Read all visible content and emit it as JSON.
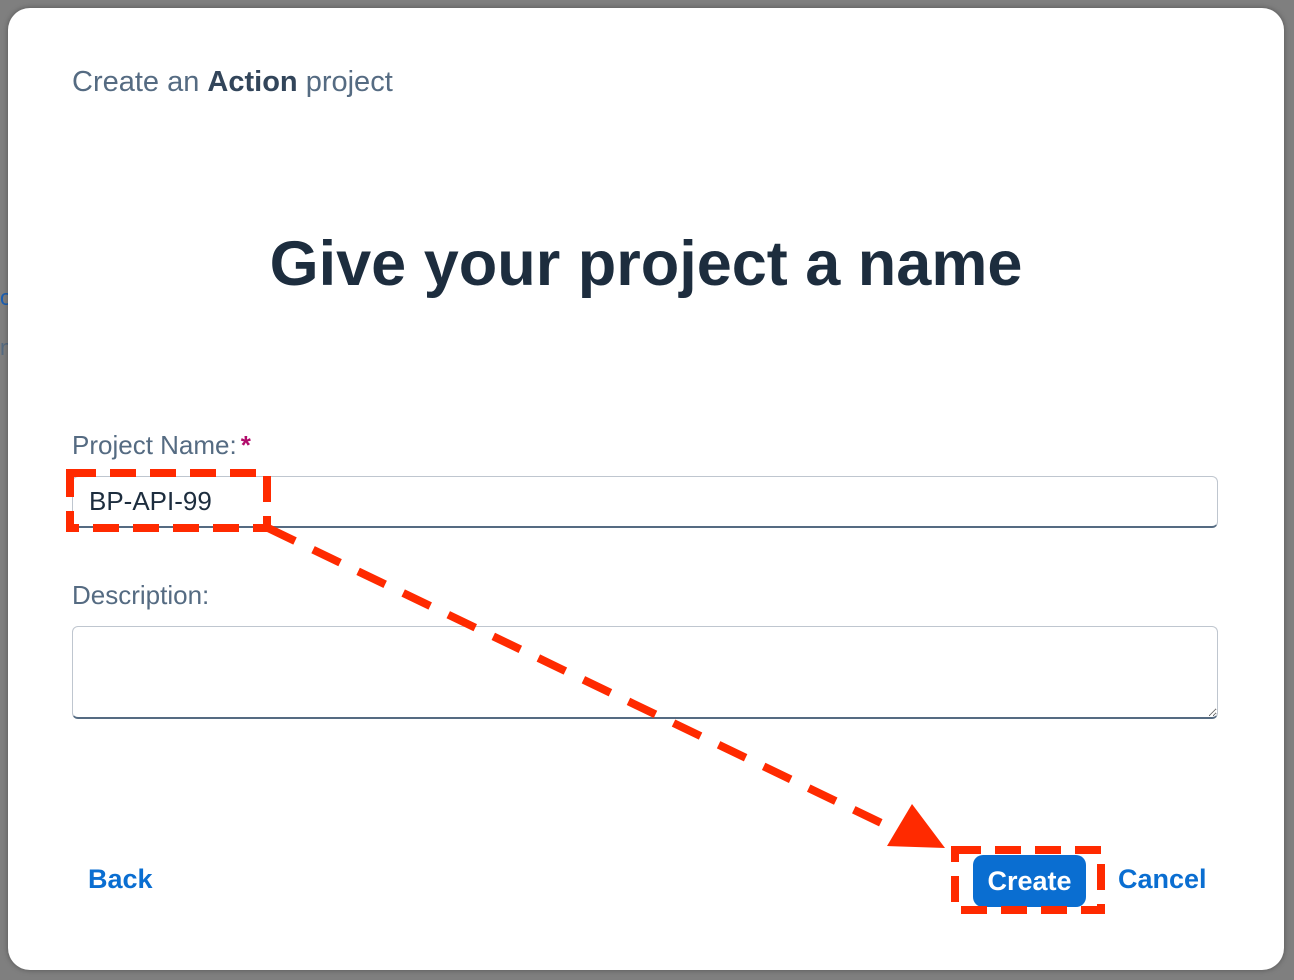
{
  "dialog": {
    "header_prefix": "Create an",
    "header_strong": "Action",
    "header_suffix": "project",
    "heading": "Give your project a name"
  },
  "form": {
    "project_name_label": "Project Name:",
    "required_marker": "*",
    "project_name_value": "BP-API-99",
    "description_label": "Description:",
    "description_value": ""
  },
  "footer": {
    "back_label": "Back",
    "create_label": "Create",
    "cancel_label": "Cancel"
  },
  "colors": {
    "accent": "#0a6ed1",
    "annotation": "#ff2a00",
    "heading": "#1d2d3e",
    "label": "#556b82"
  }
}
